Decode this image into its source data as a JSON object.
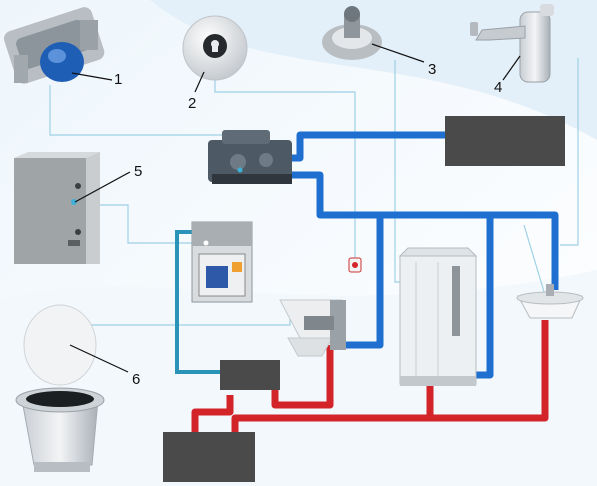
{
  "callouts": [
    {
      "id": "1",
      "label": "1",
      "name": "pump-unit"
    },
    {
      "id": "2",
      "label": "2",
      "name": "push-button"
    },
    {
      "id": "3",
      "label": "3",
      "name": "wall-valve"
    },
    {
      "id": "4",
      "label": "4",
      "name": "faucet"
    },
    {
      "id": "5",
      "label": "5",
      "name": "control-cabinet"
    },
    {
      "id": "6",
      "label": "6",
      "name": "toilet"
    }
  ],
  "colors": {
    "blue_pipe": "#1f6fd1",
    "red_pipe": "#d3242a",
    "signal_line": "#9fd0e6",
    "tank": "#4a4a4a",
    "background_swoosh": "#d6e9f6"
  }
}
